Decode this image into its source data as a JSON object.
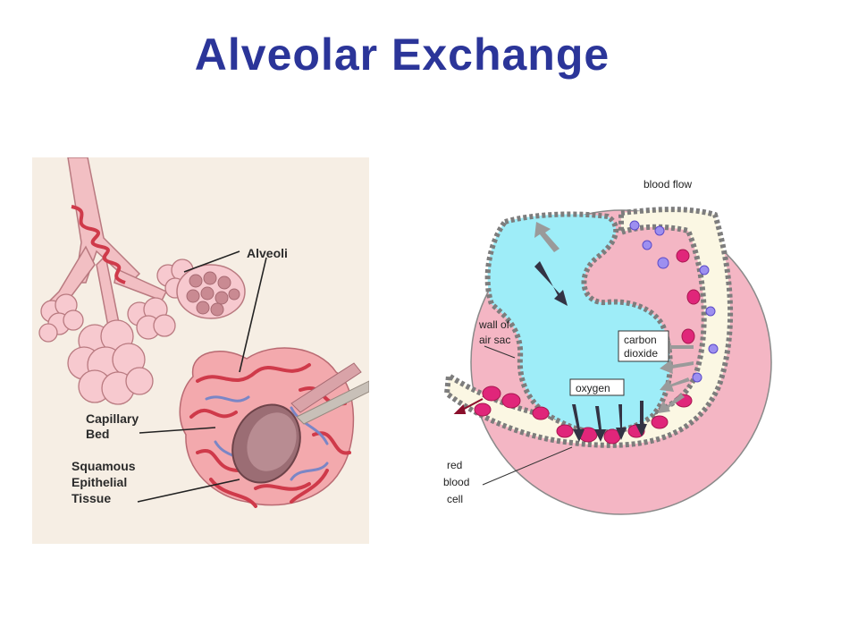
{
  "title": "Alveolar Exchange",
  "colors": {
    "title": "#2b3599",
    "left_background": "#f6eee4",
    "alveoli_pink": "#f7c9cf",
    "capillary_red": "#cf3a4a",
    "vein_blue": "#7a86c6",
    "tissue_pink": "#f4b6c4",
    "air_sac_cyan": "#9eedf8",
    "plasma_cream": "#fbf7e3",
    "rbc_magenta": "#e0267a",
    "wbc_blue": "#6a5acd",
    "arrow_dark": "#333344",
    "arrow_gray": "#9a9a9a"
  },
  "left_diagram": {
    "labels": {
      "alveoli": "Alveoli",
      "capillary_bed_1": "Capillary",
      "capillary_bed_2": "Bed",
      "squamous_1": "Squamous",
      "squamous_2": "Epithelial",
      "squamous_3": "Tissue"
    }
  },
  "right_diagram": {
    "labels": {
      "blood_flow": "blood flow",
      "wall_1": "wall of",
      "wall_2": "air sac",
      "carbon_1": "carbon",
      "carbon_2": "dioxide",
      "oxygen": "oxygen",
      "rbc_1": "red",
      "rbc_2": "blood",
      "rbc_3": "cell"
    }
  }
}
